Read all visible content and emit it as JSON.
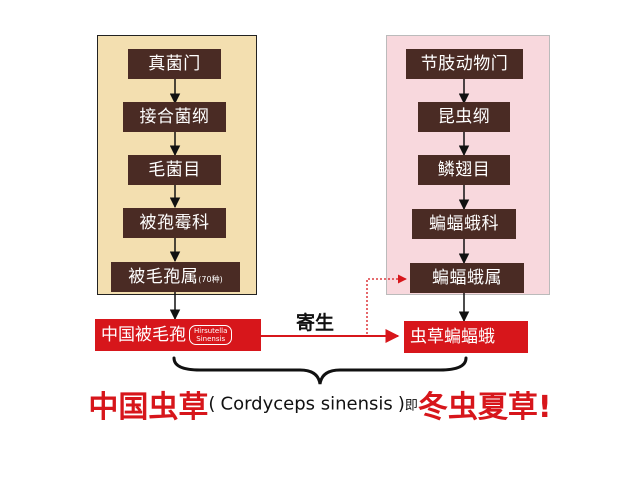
{
  "fungi": {
    "phylum": "真菌门",
    "class": "接合菌纲",
    "order": "毛菌目",
    "family": "被孢霉科",
    "genus": "被毛孢属",
    "genus_note": "(70种)",
    "species": "中国被毛孢",
    "species_sci_1": "Hirsutella",
    "species_sci_2": "Sinensis"
  },
  "insect": {
    "phylum": "节肢动物门",
    "class": "昆虫纲",
    "order": "鳞翅目",
    "family": "蝙蝠蛾科",
    "genus": "蝙蝠蛾属",
    "species": "虫草蝙蝠蛾"
  },
  "relation": "寄生",
  "caption": {
    "name": "中国虫草",
    "open_paren": "(",
    "latin": "Cordyceps sinensis",
    "close_paren": ")",
    "ji": "即",
    "alias": "冬虫夏草!"
  },
  "colors": {
    "box_dark": "#4a2b24",
    "red": "#d7161b",
    "fungi_panel": "#f3dfb0",
    "insect_panel": "#f8d8dd"
  }
}
